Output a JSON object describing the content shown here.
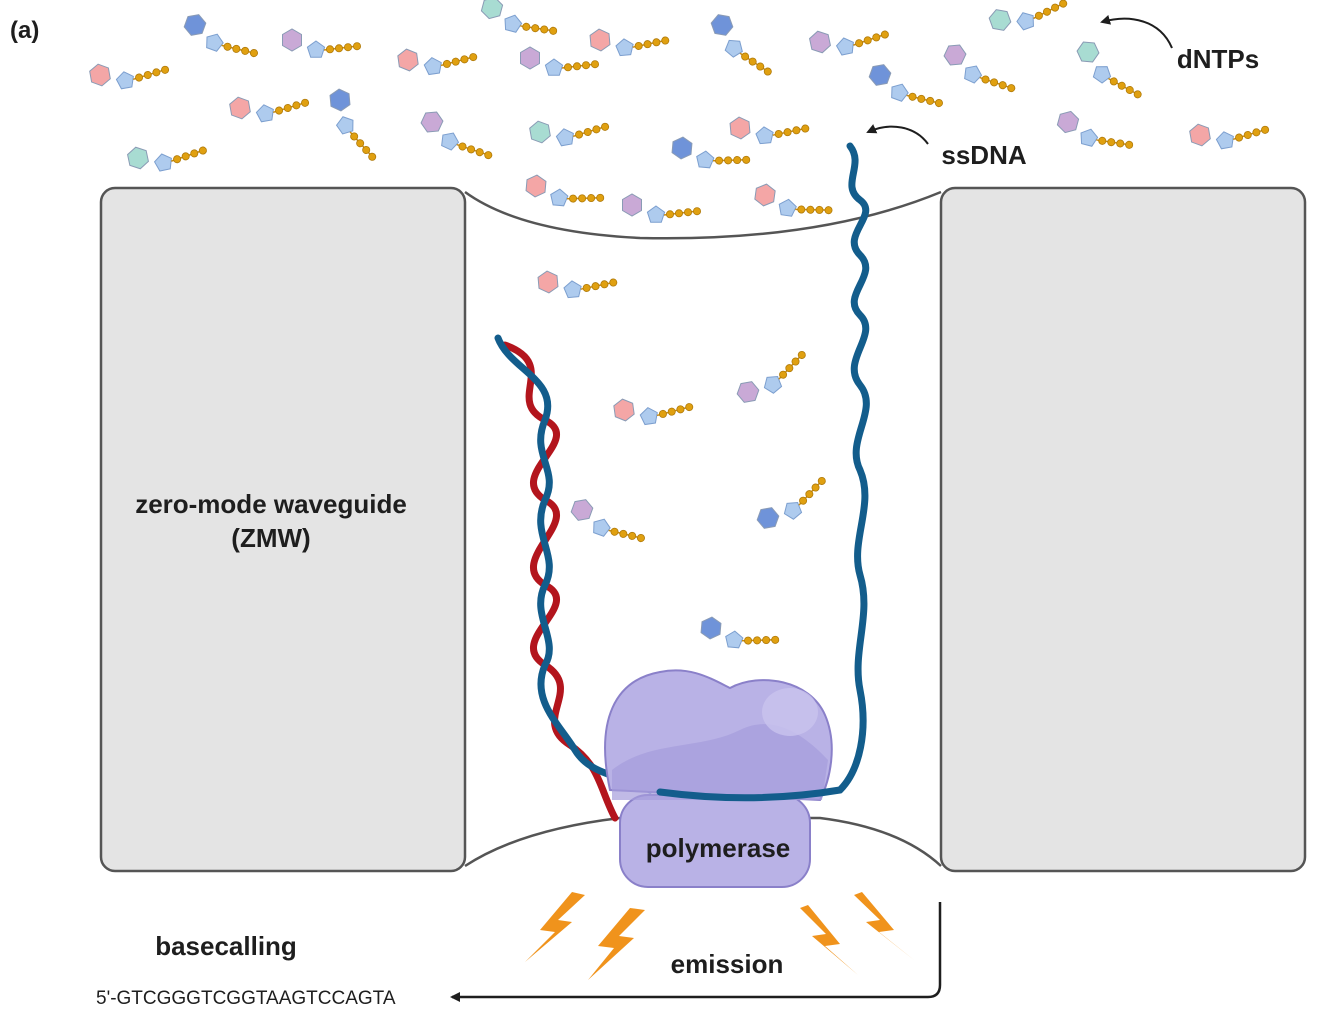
{
  "panel_label": "(a)",
  "labels": {
    "dntps": "dNTPs",
    "ssdna": "ssDNA",
    "zmw_line1": "zero-mode waveguide",
    "zmw_line2": "(ZMW)",
    "polymerase": "polymerase",
    "basecalling": "basecalling",
    "emission": "emission"
  },
  "sequence": "5'-GTCGGGTCGGTAAGTCCAGTA",
  "colors": {
    "well_fill": "#e4e4e4",
    "well_stroke": "#555555",
    "ssdna": "#135d8c",
    "template_red": "#b3151d",
    "polymerase_fill": "#b9b2e6",
    "polymerase_stroke": "#8a80c9",
    "phosphate": "#e0a010",
    "lightning": "#f0931c",
    "nucleobase_colors": [
      "#f4a6a6",
      "#a8dcd2",
      "#c9a9d6",
      "#6f93d9"
    ],
    "sugar": "#aecbee"
  }
}
